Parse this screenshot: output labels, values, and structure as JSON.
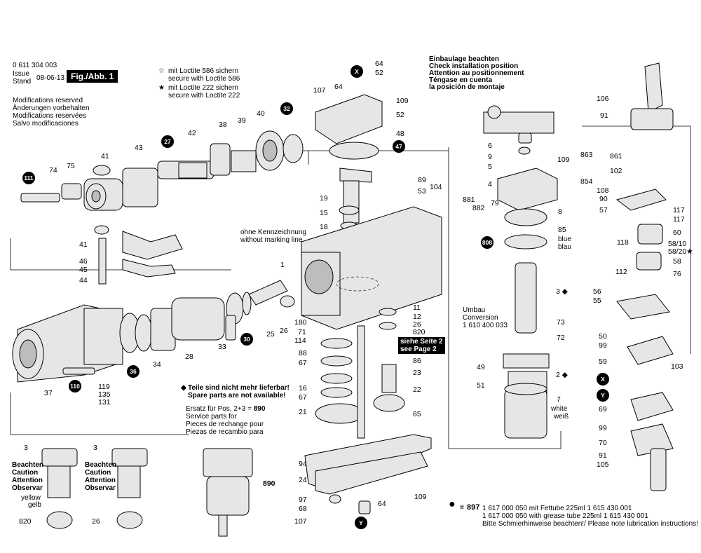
{
  "header": {
    "part_number": "0 611 304 003",
    "issue_label": "Issue",
    "stand_label": "Stand",
    "issue_date": "08-06-13",
    "fig_label": "Fig./Abb. 1"
  },
  "notes": {
    "modifications": [
      "Modifications reserved",
      "Änderungen vorbehalten",
      "Modifications reservées",
      "Salvo modificaciones"
    ],
    "loctite_586": [
      "mit Loctite 586 sichern",
      "secure with Loctite 586"
    ],
    "loctite_222": [
      "mit Loctite 222 sichern",
      "secure with Loctite 222"
    ],
    "installation": [
      "Einbaulage beachten",
      "Check installation position",
      "Attention au positionnement",
      "Téngase en cuenta",
      "la posición de montaje"
    ],
    "no_marking": [
      "ohne Kennzeichnung",
      "without marking line"
    ],
    "siehe_seite": [
      "siehe Seite 2",
      "see Page 2"
    ],
    "umbau": [
      "Umbau",
      "Conversion",
      "1 610 400 033"
    ],
    "not_available": [
      "Teile sind nicht mehr lieferbar!",
      "Spare parts are not available!"
    ],
    "ersatz": [
      "Ersatz für Pos. 2+3 =",
      "890",
      "Service parts for",
      "Pieces de rechange pour",
      "Piezas de recambio para"
    ],
    "beachten": [
      "Beachten",
      "Caution",
      "Attention",
      "Observar"
    ],
    "yellow_gelb": [
      "yellow",
      "gelb"
    ],
    "blue_blau": [
      "blue",
      "blau"
    ],
    "white_weiss": [
      "white",
      "weiß"
    ],
    "grease_key": "897",
    "grease_line1": "1 617 000 050 mit Fettube 225ml 1 615 430 001",
    "grease_line2": "1 617 000 050 with grease tube 225ml 1 615 430 001",
    "grease_line3": "Bitte Schmierhinweise beachten!/ Please note lubrication instructions!"
  },
  "badges": [
    "111",
    "27",
    "32",
    "47",
    "30",
    "36",
    "110",
    "808",
    "X",
    "Y"
  ],
  "callouts": {
    "left": [
      "74",
      "75",
      "41",
      "43",
      "42",
      "38",
      "39",
      "40",
      "41",
      "46",
      "45",
      "44",
      "37",
      "119",
      "135",
      "131",
      "34",
      "28",
      "33",
      "25",
      "26",
      "3",
      "3",
      "820",
      "26"
    ],
    "center": [
      "107",
      "64",
      "109",
      "52",
      "48",
      "64",
      "52",
      "19",
      "15",
      "18",
      "89",
      "53",
      "104",
      "1",
      "180",
      "71",
      "114",
      "88",
      "67",
      "16",
      "67",
      "21",
      "94",
      "24",
      "97",
      "68",
      "107",
      "64",
      "109",
      "11",
      "12",
      "26",
      "820",
      "86",
      "23",
      "22",
      "65",
      "890"
    ],
    "right": [
      "6",
      "9",
      "5",
      "4",
      "109",
      "8",
      "85",
      "881",
      "882",
      "79",
      "3",
      "73",
      "72",
      "49",
      "51",
      "2",
      "7",
      "106",
      "91",
      "863",
      "861",
      "102",
      "854",
      "108",
      "90",
      "57",
      "117",
      "117",
      "60",
      "118",
      "58/10",
      "58/20",
      "58",
      "112",
      "76",
      "56",
      "55",
      "50",
      "99",
      "59",
      "103",
      "69",
      "99",
      "70",
      "91",
      "105"
    ]
  }
}
